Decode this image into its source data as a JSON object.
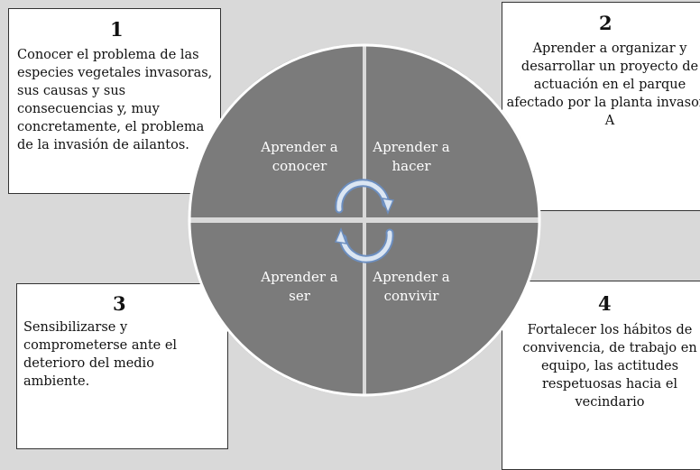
{
  "colors": {
    "background": "#d9d9d9",
    "box_fill": "#ffffff",
    "box_border": "#333333",
    "quadrant_fill": "#7b7b7b",
    "quadrant_divider": "#ffffff",
    "label_text": "#ffffff",
    "cycle_arrow_fill": "#dbe6f3",
    "cycle_arrow_stroke": "#6c8ebf"
  },
  "boxes": [
    {
      "number": "1",
      "text": "Conocer el problema de las especies vegetales invasoras, sus causas y sus consecuencias y, muy concretamente, el problema de la invasión de ailantos."
    },
    {
      "number": "2",
      "text": "Aprender a organizar y desarrollar un proyecto de actuación en el parque afectado por la planta invasora A"
    },
    {
      "number": "3",
      "text": "Sensibilizarse y comprometerse ante el deterioro del medio ambiente."
    },
    {
      "number": "4",
      "text": "Fortalecer los hábitos de convivencia, de trabajo en equipo, las actitudes respetuosas hacia el vecindario"
    }
  ],
  "quadrants": [
    {
      "label_line1": "Aprender a",
      "label_line2": "conocer"
    },
    {
      "label_line1": "Aprender a",
      "label_line2": "hacer"
    },
    {
      "label_line1": "Aprender a",
      "label_line2": "ser"
    },
    {
      "label_line1": "Aprender a",
      "label_line2": "convivir"
    }
  ],
  "cycle_icon": "circular-arrows-icon"
}
